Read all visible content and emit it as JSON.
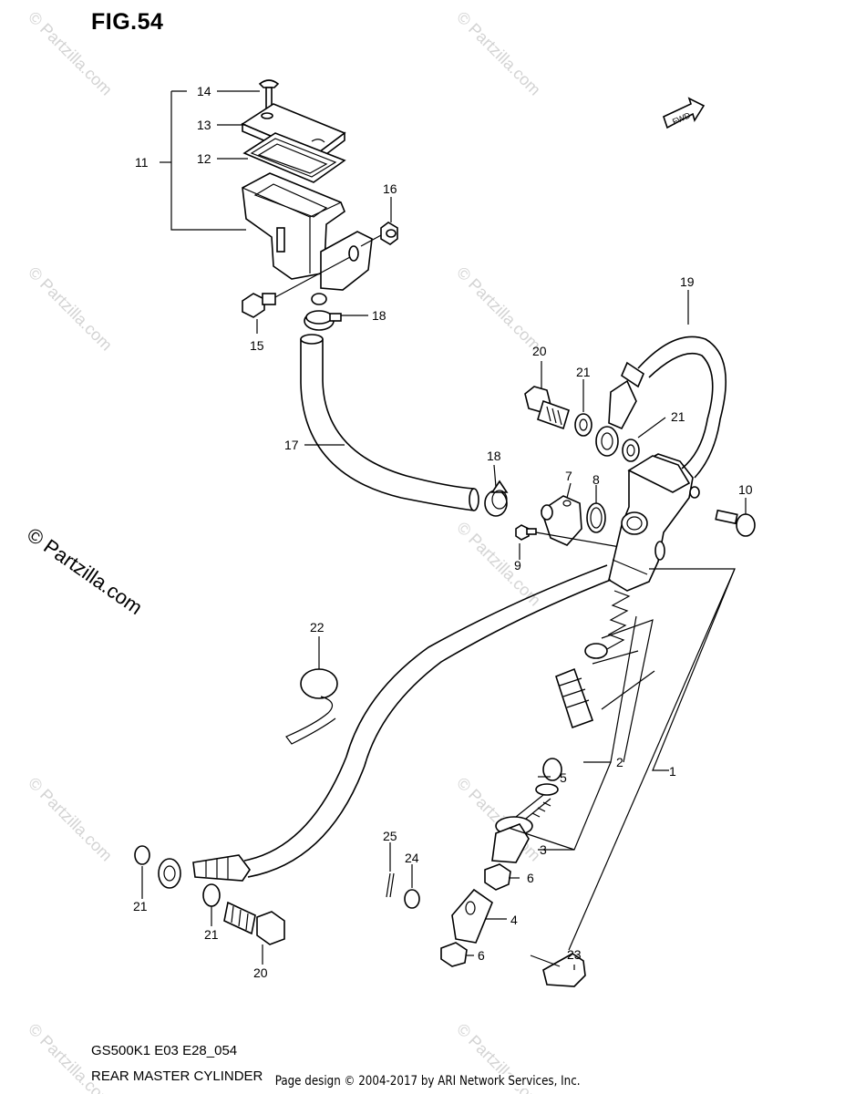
{
  "figure": {
    "title": "FIG.54",
    "model_code": "GS500K1 E03 E28_054",
    "section_name": "REAR MASTER CYLINDER",
    "credit": "Page design © 2004-2017 by ARI Network Services, Inc.",
    "fwd_label": "FWD"
  },
  "watermark": {
    "text": "© Partzilla.com"
  },
  "callouts": {
    "c1": "1",
    "c2": "2",
    "c3": "3",
    "c4": "4",
    "c5": "5",
    "c6a": "6",
    "c6b": "6",
    "c7": "7",
    "c8": "8",
    "c9": "9",
    "c10": "10",
    "c11": "11",
    "c12": "12",
    "c13": "13",
    "c14": "14",
    "c15": "15",
    "c16": "16",
    "c17": "17",
    "c18a": "18",
    "c18b": "18",
    "c19": "19",
    "c20a": "20",
    "c20b": "20",
    "c21a": "21",
    "c21b": "21",
    "c21c": "21",
    "c21d": "21",
    "c22": "22",
    "c23": "23",
    "c24": "24",
    "c25": "25"
  }
}
